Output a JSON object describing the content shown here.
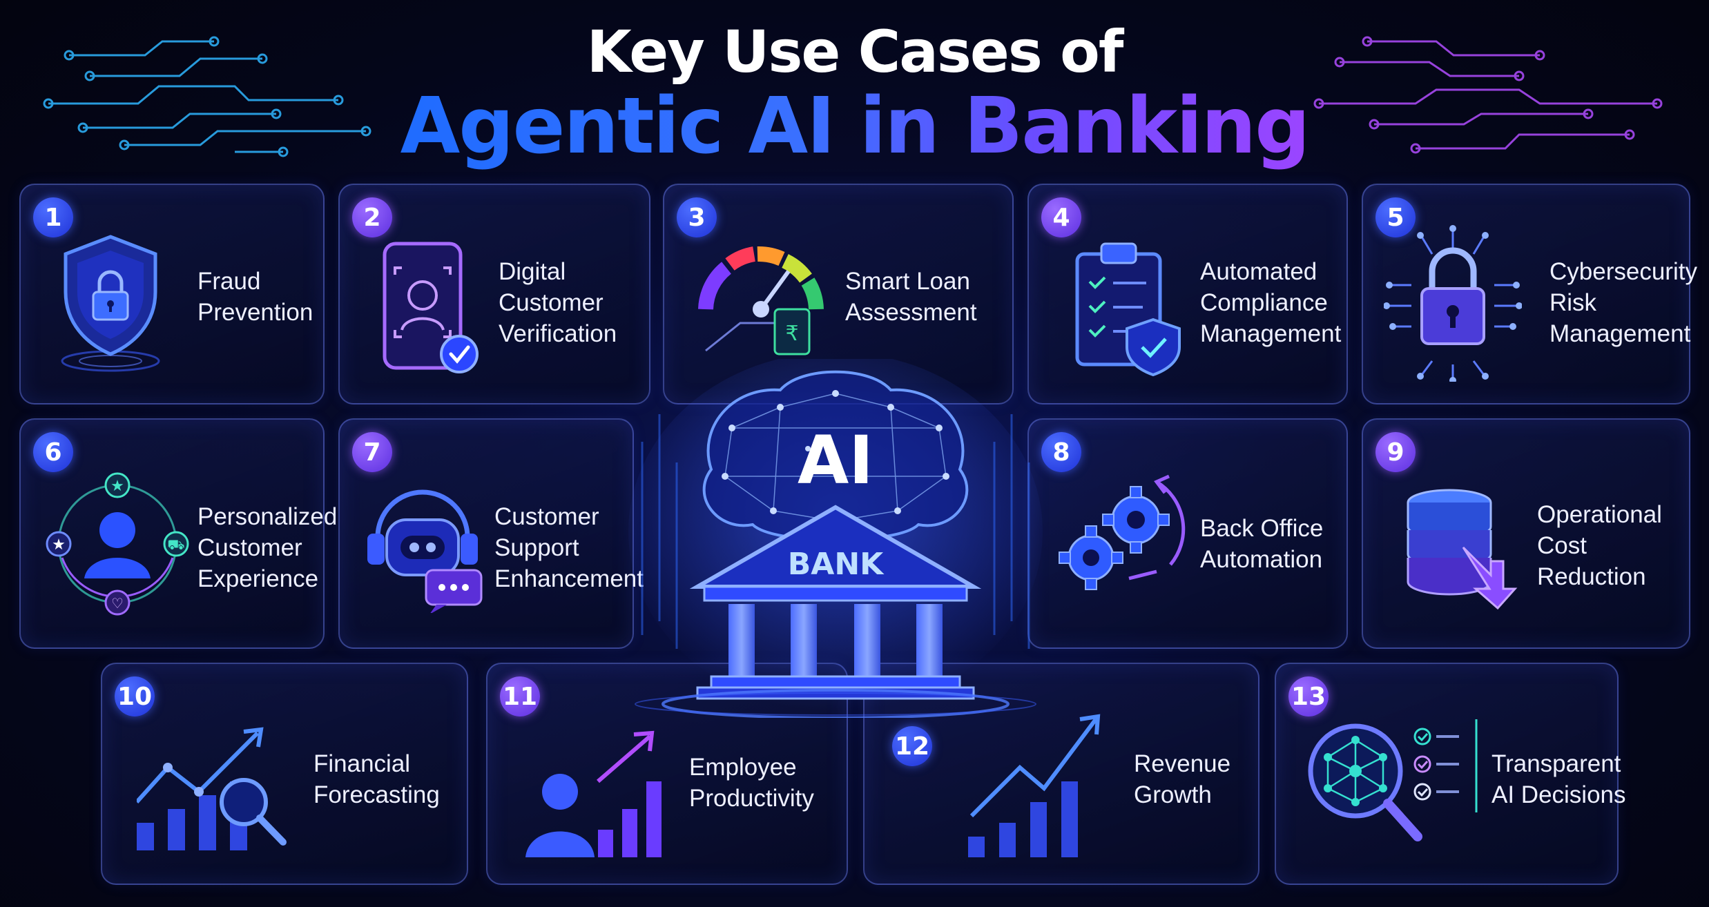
{
  "title": {
    "line1": "Key Use Cases of",
    "line2": "Agentic AI in Banking"
  },
  "center": {
    "ai_label": "AI",
    "bank_label": "BANK"
  },
  "use_cases": [
    {
      "number": "1",
      "lines": [
        "Fraud",
        "Prevention"
      ],
      "icon": "shield-lock-icon"
    },
    {
      "number": "2",
      "lines": [
        "Digital",
        "Customer",
        "Verification"
      ],
      "icon": "face-verification-phone-icon"
    },
    {
      "number": "3",
      "lines": [
        "Smart Loan",
        "Assessment"
      ],
      "icon": "credit-gauge-icon"
    },
    {
      "number": "4",
      "lines": [
        "Automated",
        "Compliance",
        "Management"
      ],
      "icon": "clipboard-checklist-icon"
    },
    {
      "number": "5",
      "lines": [
        "Cybersecurity",
        "Risk",
        "Management"
      ],
      "icon": "circuit-padlock-icon"
    },
    {
      "number": "6",
      "lines": [
        "Personalized",
        "Customer",
        "Experience"
      ],
      "icon": "customer-orbit-icon"
    },
    {
      "number": "7",
      "lines": [
        "Customer",
        "Support",
        "Enhancement"
      ],
      "icon": "chatbot-headset-icon"
    },
    {
      "number": "8",
      "lines": [
        "Back Office",
        "Automation"
      ],
      "icon": "gears-cycle-icon"
    },
    {
      "number": "9",
      "lines": [
        "Operational",
        "Cost",
        "Reduction"
      ],
      "icon": "database-down-arrow-icon"
    },
    {
      "number": "10",
      "lines": [
        "Financial",
        "Forecasting"
      ],
      "icon": "chart-magnifier-icon"
    },
    {
      "number": "11",
      "lines": [
        "Employee",
        "Productivity"
      ],
      "icon": "employee-growth-icon"
    },
    {
      "number": "12",
      "lines": [
        "Revenue",
        "Growth"
      ],
      "icon": "growth-chart-icon"
    },
    {
      "number": "13",
      "lines": [
        "Transparent",
        "AI Decisions"
      ],
      "icon": "network-magnifier-checklist-icon"
    }
  ],
  "colors": {
    "accent_blue": "#2f5bff",
    "accent_purple": "#8a4dff",
    "card_border": "#6e82ff",
    "background": "#04061a"
  }
}
